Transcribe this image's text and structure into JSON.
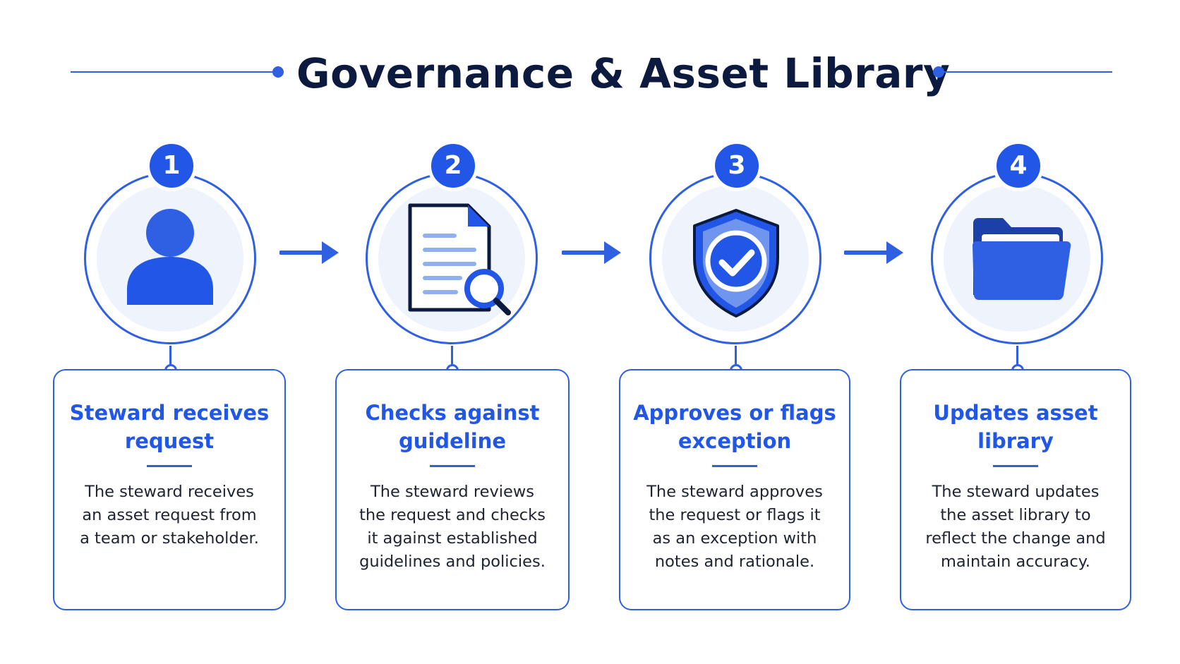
{
  "title": "Governance & Asset Library",
  "colors": {
    "accent": "#2f5fe3",
    "badge": "#2156e6",
    "title": "#0d1a3f",
    "text": "#1d2330",
    "circle_fill": "#eef3fc"
  },
  "steps": [
    {
      "number": "1",
      "icon": "person-icon",
      "title": "Steward receives request",
      "description": "The steward receives an asset request from a team or stakeholder."
    },
    {
      "number": "2",
      "icon": "document-search-icon",
      "title": "Checks against guideline",
      "description": "The steward reviews the request and checks it against established guidelines and policies."
    },
    {
      "number": "3",
      "icon": "shield-check-icon",
      "title": "Approves or flags exception",
      "description": "The steward approves the request or flags it as an exception with notes and rationale."
    },
    {
      "number": "4",
      "icon": "folder-icon",
      "title": "Updates asset library",
      "description": "The steward updates the asset library to reflect the change and maintain accuracy."
    }
  ]
}
